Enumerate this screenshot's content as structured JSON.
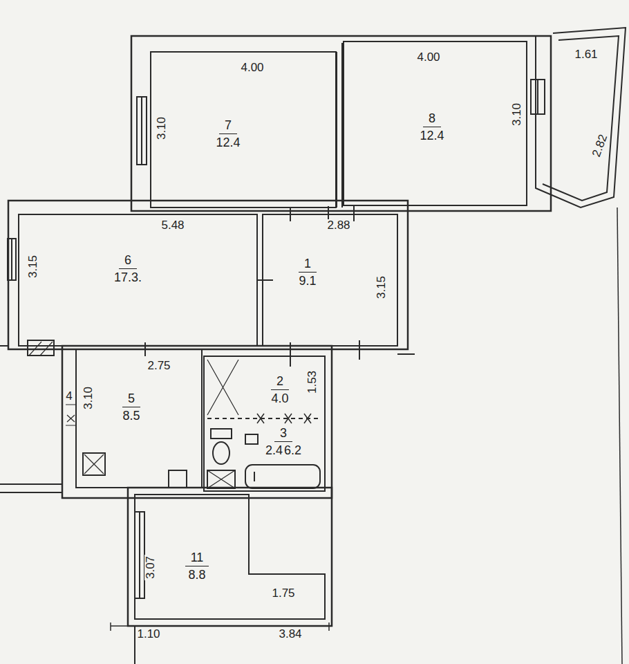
{
  "diagram": {
    "nodes": [
      {
        "text": [
          "7",
          "12.4"
        ]
      },
      {
        "text": [
          "8",
          "12.4"
        ]
      },
      {
        "text": [
          "6",
          "17.3."
        ]
      },
      {
        "text": [
          "1",
          "9.1"
        ]
      },
      {
        "text": [
          "5",
          "8.5"
        ]
      },
      {
        "text": [
          "2",
          "4.0"
        ]
      },
      {
        "text": [
          "3",
          "2.4",
          "6.2"
        ]
      },
      {
        "text": [
          "11",
          "8.8"
        ]
      }
    ],
    "labels": [
      "4.00",
      "4.00",
      "1.61",
      "3.10",
      "3.10",
      "2.82",
      "5.48",
      "2.88",
      "3.15",
      "3.15",
      "2.75",
      "3.10",
      "4",
      "1.53",
      "3.07",
      "1.75",
      "1.10",
      "3.84"
    ]
  }
}
